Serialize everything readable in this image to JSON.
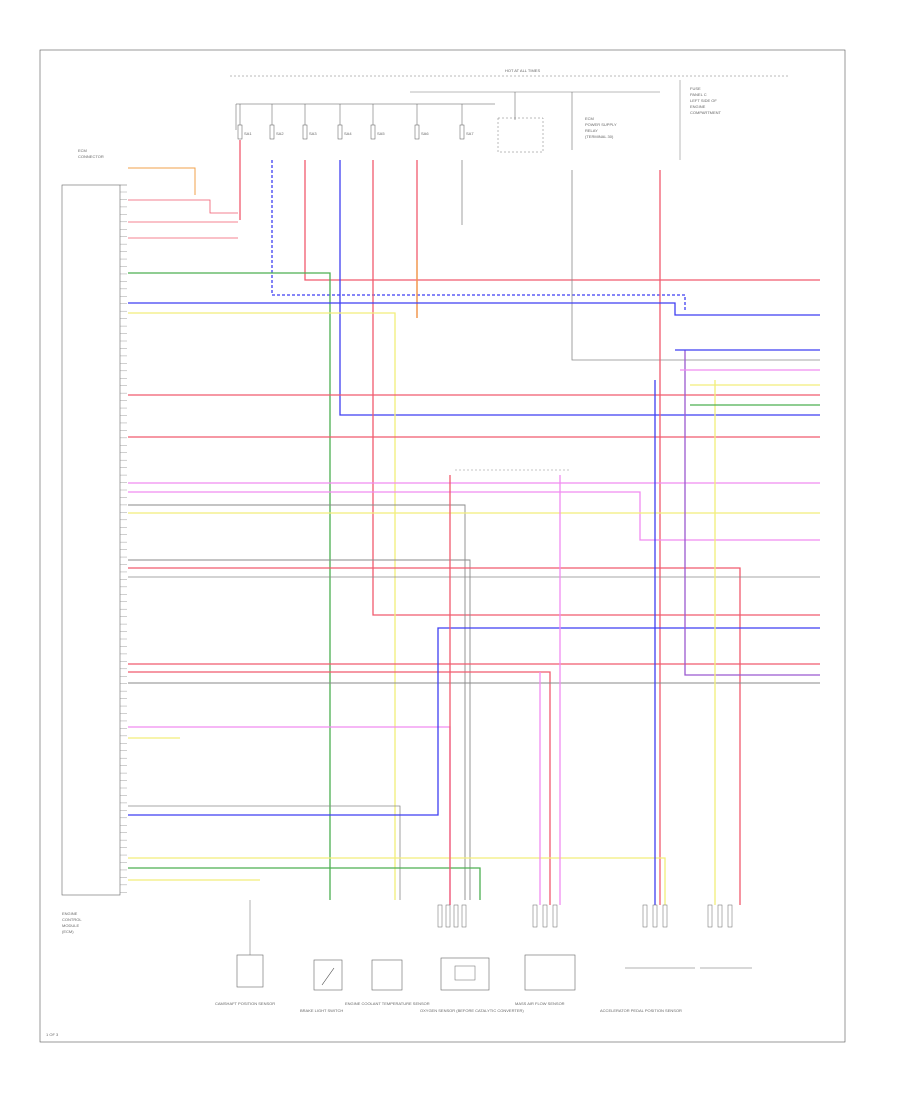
{
  "diagram": {
    "top_title": "HOT AT ALL TIMES",
    "top_right_note": [
      "FUSE",
      "PANEL C",
      "LEFT SIDE OF",
      "ENGINE",
      "COMPARTMENT"
    ],
    "relay_label": [
      "ECM",
      "POWER SUPPLY",
      "RELAY",
      "(TERMINAL 30)"
    ],
    "ecm_label": [
      "ENGINE",
      "CONTROL",
      "MODULE",
      "(ECM)"
    ],
    "left_connector_label": [
      "ECM",
      "CONNECTOR"
    ],
    "bottom_labels": [
      "CAMSHAFT POSITION SENSOR",
      "BRAKE LIGHT SWITCH",
      "ENGINE COOLANT TEMPERATURE SENSOR",
      "OXYGEN SENSOR (BEFORE CATALYTIC CONVERTER)",
      "MASS AIR FLOW SENSOR",
      "ACCELERATOR PEDAL POSITION SENSOR"
    ],
    "page_ref": "1 OF 3",
    "fuse_labels": [
      "SA1",
      "SA2",
      "SA3",
      "SA4",
      "SA5",
      "SA6",
      "SA7"
    ],
    "wire_colors": {
      "red": "#f05a6e",
      "blue": "#3f3ff2",
      "pink": "#f08cf0",
      "green": "#4caf50",
      "yellow": "#f2ee7a",
      "gray": "#8a8a8a",
      "black": "#222222",
      "purple": "#9b59d0",
      "orange": "#f2a24b"
    }
  }
}
